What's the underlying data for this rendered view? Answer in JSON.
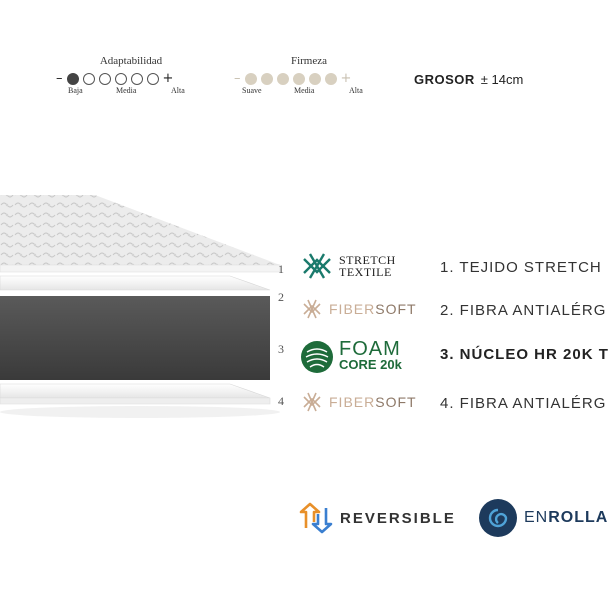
{
  "adaptabilidad": {
    "title": "Adaptabilidad",
    "minus": "–",
    "plus": "+",
    "low": "Baja",
    "mid": "Media",
    "high": "Alta",
    "level": 1,
    "max": 5
  },
  "firmeza": {
    "title": "Firmeza",
    "minus": "–",
    "plus": "+",
    "low": "Suave",
    "mid": "Media",
    "high": "Alta",
    "level": 5,
    "max": 5
  },
  "grosor": {
    "label": "GROSOR",
    "value": "± 14cm"
  },
  "layers": [
    {
      "number": "1",
      "brand_line1": "STRETCH",
      "brand_line2": "TEXTILE",
      "label": "1. TEJIDO STRETCH"
    },
    {
      "number": "2",
      "brand_a": "FIBER",
      "brand_b": "SOFT",
      "label": "2. FIBRA ANTIALÉRG"
    },
    {
      "number": "3",
      "brand_line1": "FOAM",
      "brand_line2": "CORE 20k",
      "label": "3. NÚCLEO HR 20K T"
    },
    {
      "number": "4",
      "brand_a": "FIBER",
      "brand_b": "SOFT",
      "label": "4. FIBRA ANTIALÉRG"
    }
  ],
  "badges": {
    "reversible": "REVERSIBLE",
    "enroll_a": "EN",
    "enroll_b": "ROLLA"
  },
  "colors": {
    "teal": "#1a7a6c",
    "beige": "#c9ad96",
    "green": "#1e6b3a",
    "navy": "#1d3a5c",
    "orange": "#e8902a",
    "blue": "#3a7fd0"
  }
}
